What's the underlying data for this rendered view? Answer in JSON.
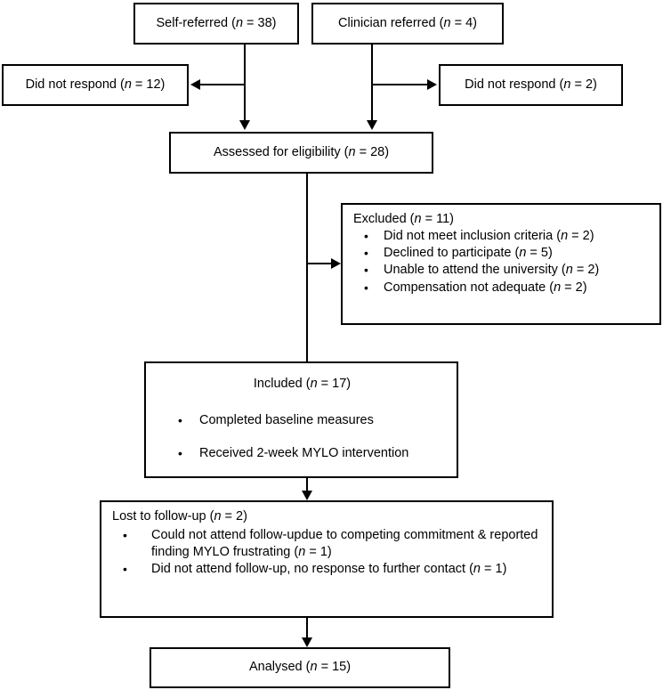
{
  "diagram": {
    "title": "CONSORT participant flow diagram",
    "nodes": {
      "self_referred": {
        "label": "Self-referred (",
        "n_italic": "n",
        "n_value": " = 38)"
      },
      "clinician_referred": {
        "label": "Clinician referred (",
        "n_italic": "n",
        "n_value": " = 4)"
      },
      "did_not_respond_left": {
        "label": "Did not respond (",
        "n_italic": "n",
        "n_value": " = 12)"
      },
      "did_not_respond_right": {
        "label": "Did not respond (",
        "n_italic": "n",
        "n_value": " = 2)"
      },
      "assessed": {
        "label": "Assessed for eligibility (",
        "n_italic": "n",
        "n_value": " = 28)"
      },
      "excluded": {
        "header": "Excluded (",
        "header_italic": "n",
        "header_value": " = 11)",
        "items": [
          {
            "text": "Did not meet inclusion criteria (",
            "n_italic": "n",
            "n_value": " = 2)"
          },
          {
            "text": "Declined to participate (",
            "n_italic": "n",
            "n_value": " = 5)"
          },
          {
            "text": "Unable to attend the university (",
            "n_italic": "n",
            "n_value": " = 2)"
          },
          {
            "text": "Compensation not adequate (",
            "n_italic": "n",
            "n_value": " = 2)"
          }
        ]
      },
      "included": {
        "header": "Included (",
        "header_italic": "n",
        "header_value": " = 17)",
        "items": [
          {
            "text": "Completed baseline measures"
          },
          {
            "text": "Received 2-week MYLO intervention"
          }
        ]
      },
      "lost_to_followup": {
        "header": "Lost to follow-up (",
        "header_italic": "n",
        "header_value": " = 2)",
        "items": [
          {
            "text": "Could not attend follow-updue to competing commitment & reported finding MYLO frustrating (",
            "n_italic": "n",
            "n_value": " = 1)"
          },
          {
            "text": "Did not attend follow-up, no response to further contact (",
            "n_italic": "n",
            "n_value": " = 1)"
          }
        ]
      },
      "analysed": {
        "label": "Analysed (",
        "n_italic": "n",
        "n_value": " = 15)"
      }
    },
    "colors": {
      "stroke": "#000000",
      "fill": "#ffffff",
      "text": "#000000"
    }
  }
}
